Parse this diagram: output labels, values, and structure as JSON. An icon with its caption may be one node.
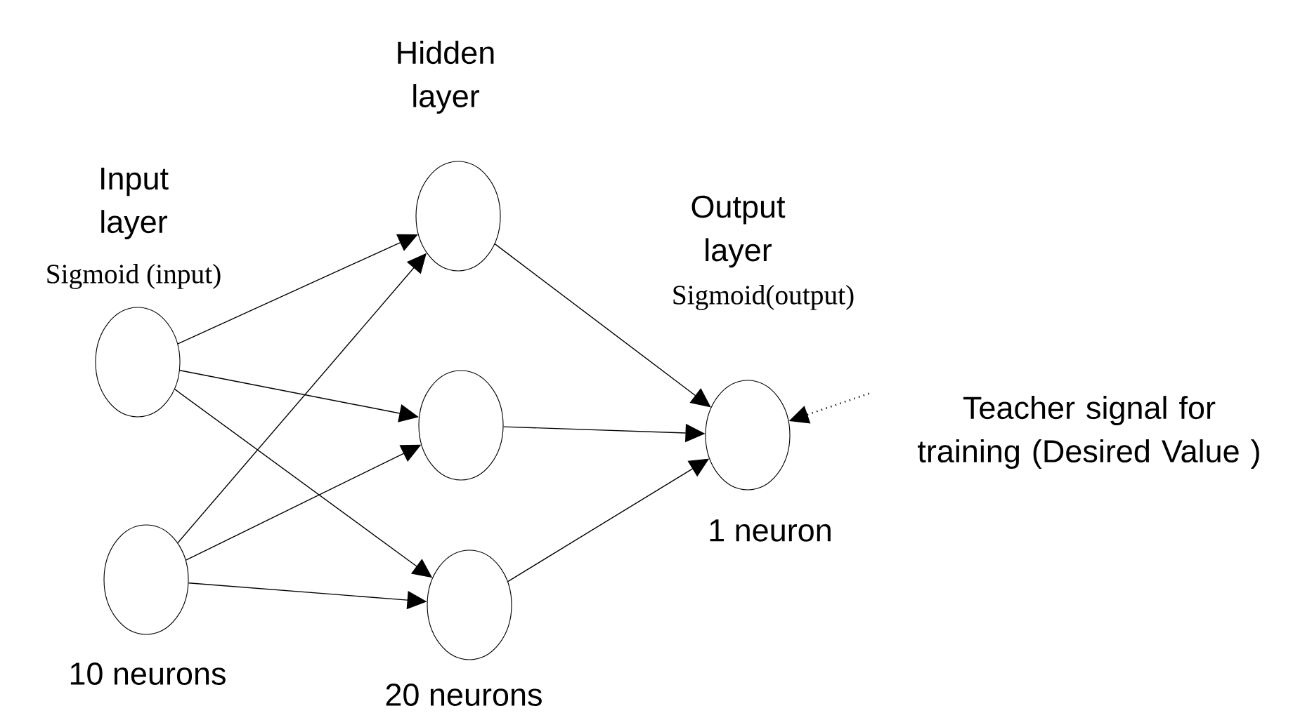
{
  "diagram": {
    "nodes": [
      {
        "text": [],
        "shape": "circle"
      },
      {
        "text": [],
        "shape": "circle"
      },
      {
        "text": [],
        "shape": "circle"
      },
      {
        "text": [],
        "shape": "circle"
      },
      {
        "text": [],
        "shape": "circle"
      },
      {
        "text": [],
        "shape": "circle"
      },
      {
        "text": [
          "Teacher signal for training (Desired Value )"
        ]
      }
    ],
    "edges": [
      {
        "from": 0,
        "to": 2,
        "arrow": "to"
      },
      {
        "from": 0,
        "to": 3,
        "arrow": "to"
      },
      {
        "from": 0,
        "to": 4,
        "arrow": "to"
      },
      {
        "from": 1,
        "to": 2,
        "arrow": "to"
      },
      {
        "from": 1,
        "to": 3,
        "arrow": "to"
      },
      {
        "from": 1,
        "to": 4,
        "arrow": "to"
      },
      {
        "from": 2,
        "to": 5,
        "arrow": "to"
      },
      {
        "from": 3,
        "to": 5,
        "arrow": "to"
      },
      {
        "from": 4,
        "to": 5,
        "arrow": "to"
      },
      {
        "from": 6,
        "to": 5,
        "arrow": "to",
        "style": "dashed"
      }
    ],
    "labels": [
      "Hidden layer",
      "Input layer",
      "Sigmoid (input)",
      "Output layer",
      "Sigmoid(output)",
      "1 neuron",
      "10 neurons",
      "20 neurons"
    ]
  }
}
